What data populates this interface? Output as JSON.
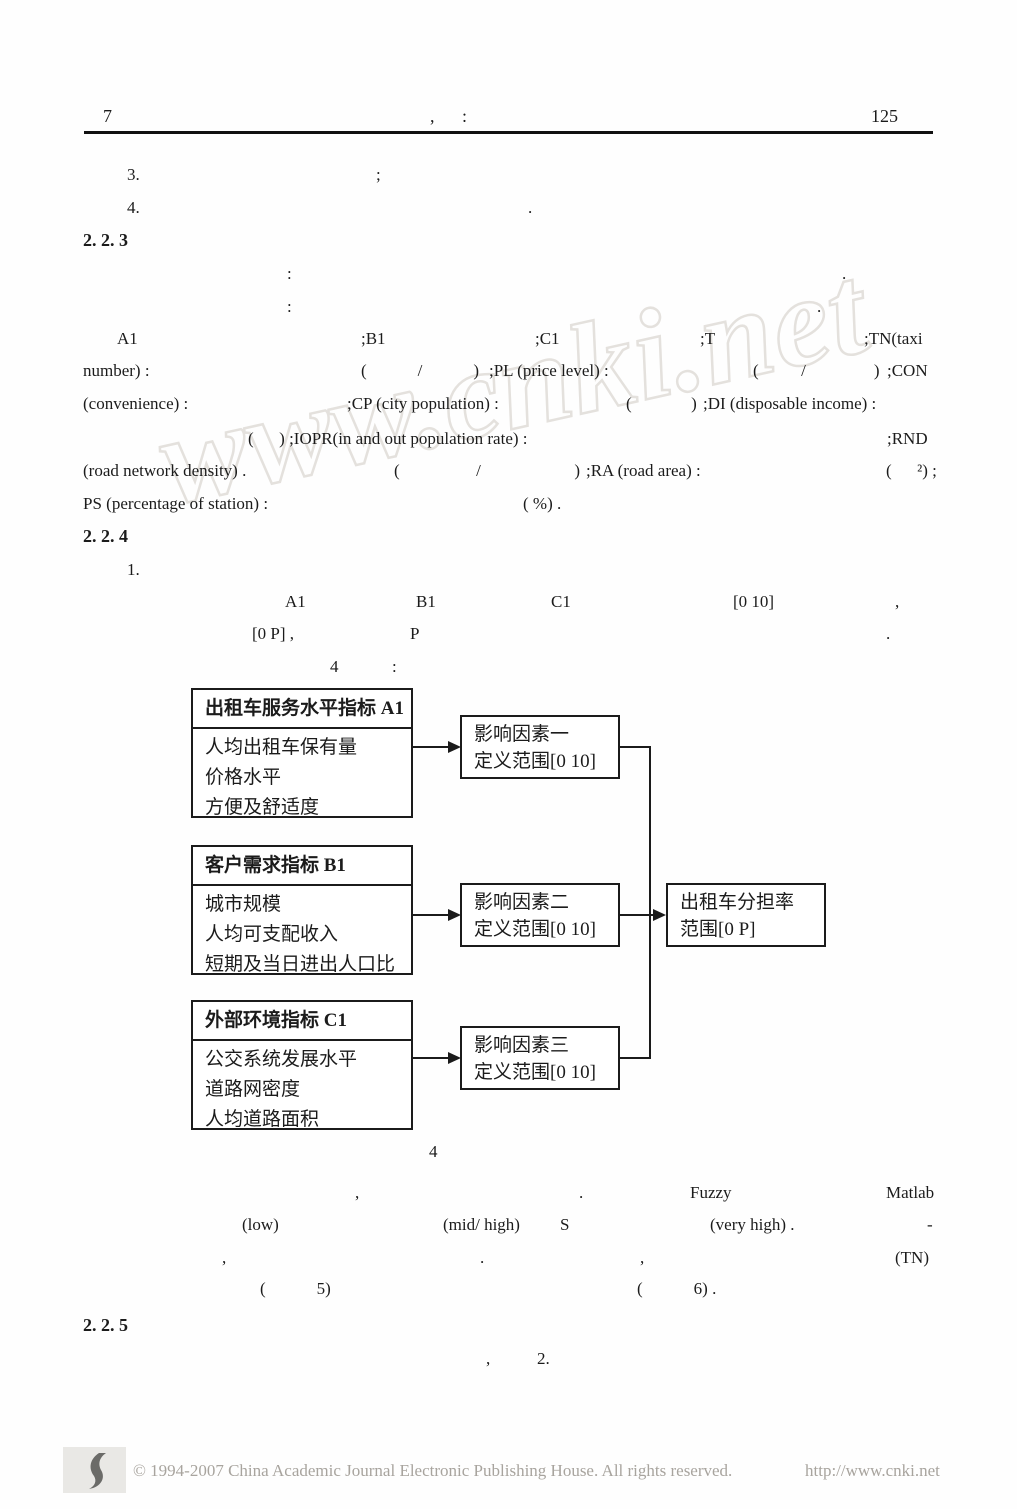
{
  "header": {
    "issue_no": "7",
    "center_comma": ",",
    "center_colon": ":",
    "page_no": "125"
  },
  "watermark": {
    "text": "www.cnki.net"
  },
  "lines": [
    [
      "3.",
      ";"
    ],
    [
      "4.",
      "."
    ],
    [
      "2. 2. 3"
    ],
    [
      ":",
      "."
    ],
    [
      ":",
      "."
    ],
    [
      "A1",
      ";B1",
      ";C1",
      ";T",
      ";TN(taxi"
    ],
    [
      "number) :",
      "(   /   )",
      ";PL (price level) :",
      "(   /    )",
      ";CON"
    ],
    [
      "(convenience) :",
      ";CP (city population) :",
      "(    )",
      ";DI (disposable income) :"
    ],
    [
      "(  ) ;IOPR(in and out population rate) :",
      ";RND"
    ],
    [
      "(road network density) .",
      "(     /      )",
      ";RA (road area) :",
      "(  ²) ;"
    ],
    [
      "PS (percentage of station) :",
      "( %) ."
    ],
    [
      "2. 2. 4"
    ],
    [
      "1."
    ],
    [
      "A1",
      "B1",
      "C1",
      "[0 10]",
      ","
    ],
    [
      "[0 P] ,",
      "P",
      "."
    ],
    [
      "4",
      ":"
    ],
    [
      ",",
      ".",
      "Fuzzy",
      "Matlab"
    ],
    [
      "(low)",
      "(mid/ high)",
      "S",
      "(very high) .",
      "-"
    ],
    [
      ",",
      ".",
      ",",
      "(TN)"
    ],
    [
      "(   5)",
      "(   6) ."
    ],
    [
      "2. 2. 5"
    ],
    [
      ",",
      "2."
    ]
  ],
  "diagram": {
    "groups": [
      {
        "title": "出租车服务水平指标 A1",
        "items": [
          "人均出租车保有量",
          "价格水平",
          "方便及舒适度"
        ],
        "factor": [
          "影响因素一",
          "定义范围[0 10]"
        ]
      },
      {
        "title": "客户需求指标 B1",
        "items": [
          "城市规模",
          "人均可支配收入",
          "短期及当日进出人口比"
        ],
        "factor": [
          "影响因素二",
          "定义范围[0 10]"
        ]
      },
      {
        "title": "外部环境指标 C1",
        "items": [
          "公交系统发展水平",
          "道路网密度",
          "人均道路面积"
        ],
        "factor": [
          "影响因素三",
          "定义范围[0 10]"
        ]
      }
    ],
    "output": [
      "出租车分担率",
      "范围[0 P]"
    ],
    "caption": "4"
  },
  "footer": {
    "copyright": "© 1994-2007 China Academic Journal Electronic Publishing House. All rights reserved.",
    "url": "http://www.cnki.net"
  }
}
